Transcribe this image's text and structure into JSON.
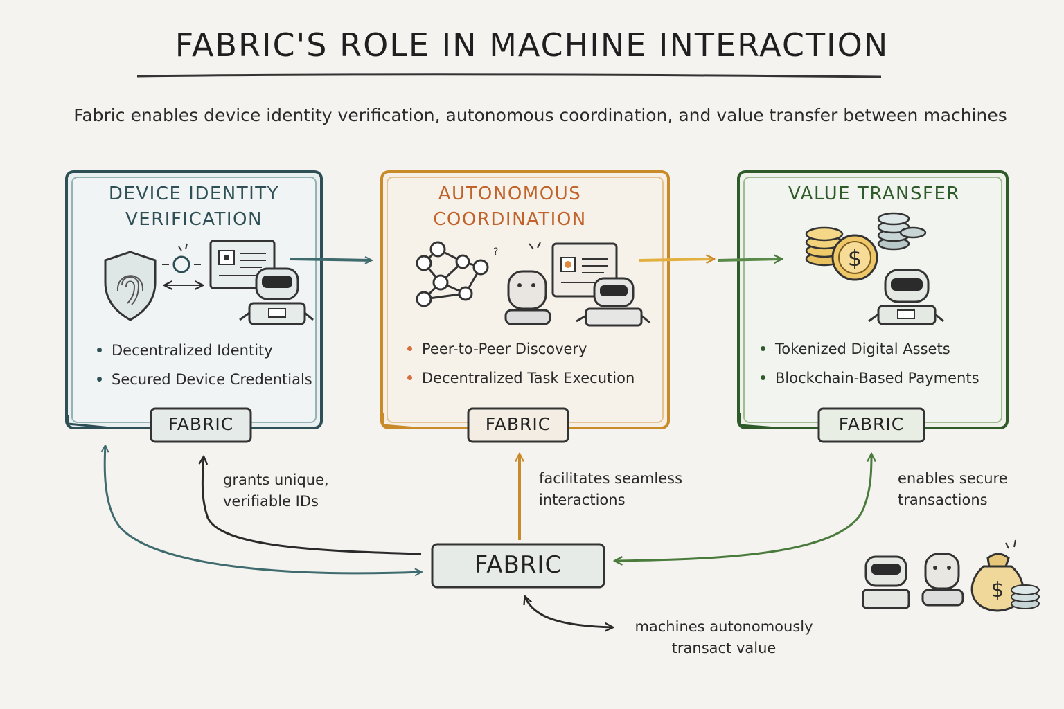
{
  "title": "FABRIC'S ROLE IN MACHINE INTERACTION",
  "subtitle": "Fabric enables device identity verification, autonomous coordination, and value transfer between machines",
  "colors": {
    "identity": "#2e4f55",
    "coordination": "#c0622a",
    "value": "#2f5a2a",
    "ink": "#2a2a2a"
  },
  "boxes": [
    {
      "title_line1": "DEVICE IDENTITY",
      "title_line2": "VERIFICATION",
      "bullets": [
        "Decentralized Identity",
        "Secured Device Credentials"
      ],
      "tag": "FABRIC",
      "icons": [
        "shield-fingerprint-icon",
        "id-card-icon",
        "robot-icon"
      ]
    },
    {
      "title_line1": "AUTONOMOUS",
      "title_line2": "COORDINATION",
      "bullets": [
        "Peer-to-Peer Discovery",
        "Decentralized Task Execution"
      ],
      "tag": "FABRIC",
      "icons": [
        "network-graph-icon",
        "robot-icon",
        "screen-icon"
      ]
    },
    {
      "title_line1": "VALUE TRANSFER",
      "bullets": [
        "Tokenized Digital Assets",
        "Blockchain-Based Payments"
      ],
      "tag": "FABRIC",
      "icons": [
        "coins-icon",
        "dollar-coin-icon",
        "robot-icon"
      ]
    }
  ],
  "hub": {
    "label": "FABRIC"
  },
  "notes": {
    "identity": [
      "grants unique,",
      "verifiable IDs"
    ],
    "coordination": [
      "facilitates seamless",
      "interactions"
    ],
    "value": [
      "enables secure",
      "transactions"
    ],
    "hub": [
      "machines autonomously",
      "transact value"
    ]
  }
}
